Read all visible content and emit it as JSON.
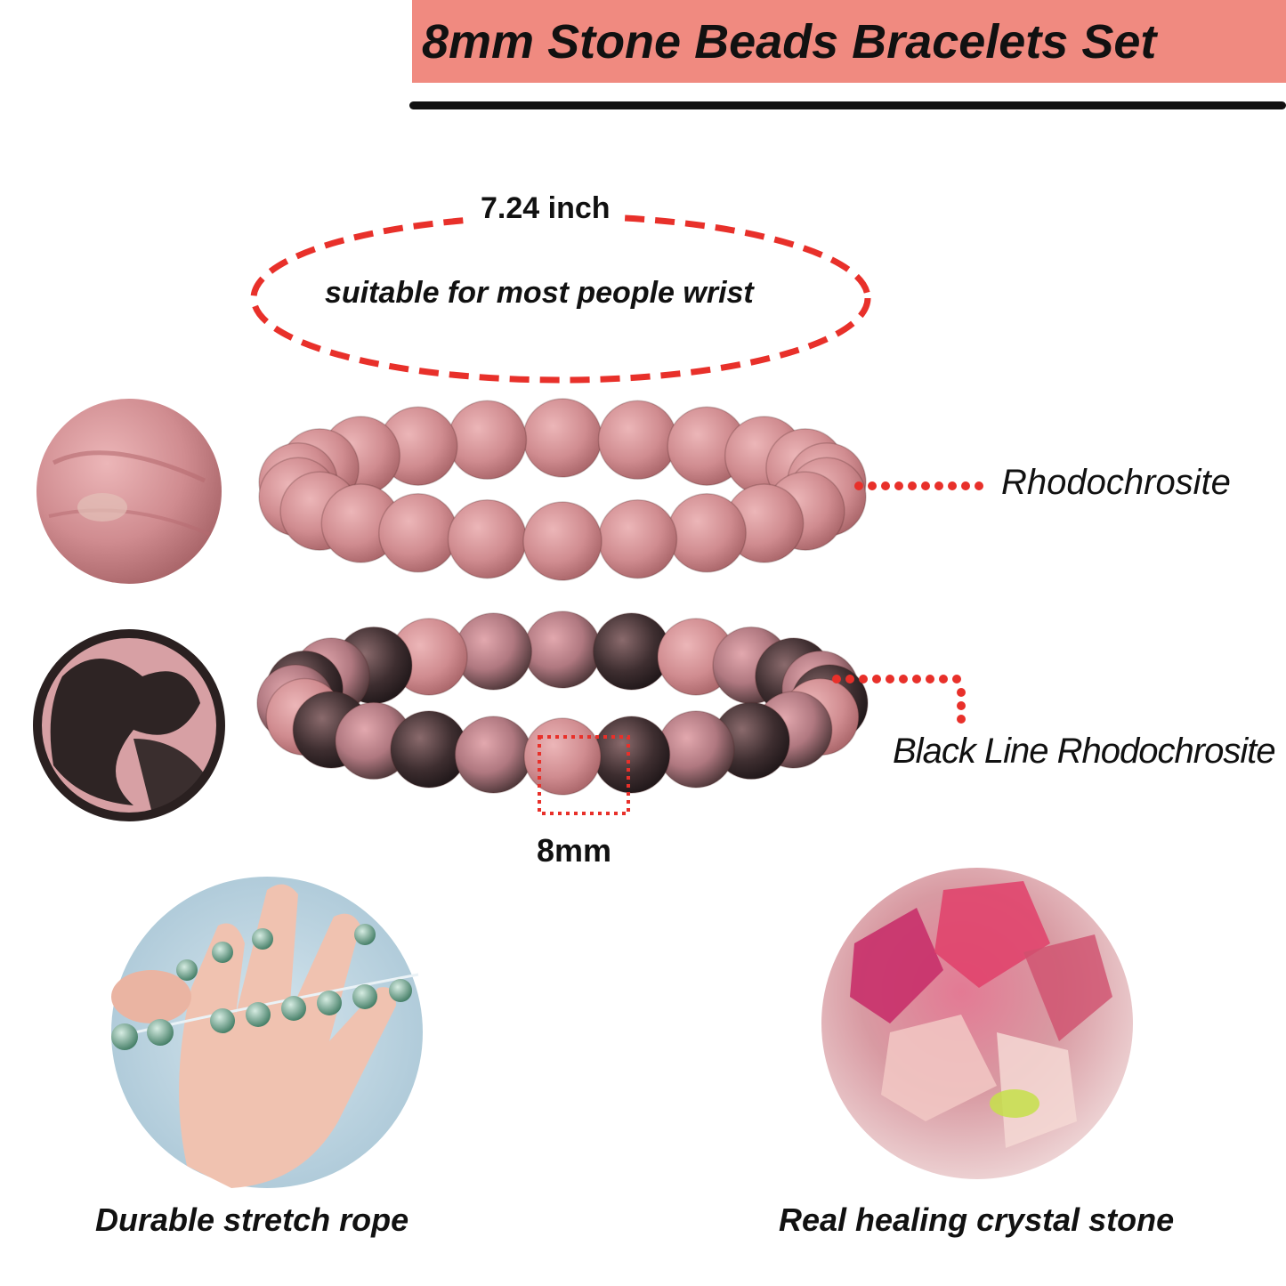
{
  "header": {
    "title": "8mm Stone Beads Bracelets Set",
    "band_color": "#f08a80"
  },
  "sizing": {
    "length_label": "7.24 inch",
    "fit_label": "suitable for most people wrist",
    "dash_color": "#e8302a"
  },
  "bracelets": {
    "top_label": "Rhodochrosite",
    "bottom_label": "Black Line Rhodochrosite",
    "bead_size_label": "8mm",
    "pink_color": "#cf8a8e",
    "dark_color": "#3a2a2a"
  },
  "features": {
    "left_caption": "Durable stretch rope",
    "right_caption": "Real healing crystal stone"
  }
}
